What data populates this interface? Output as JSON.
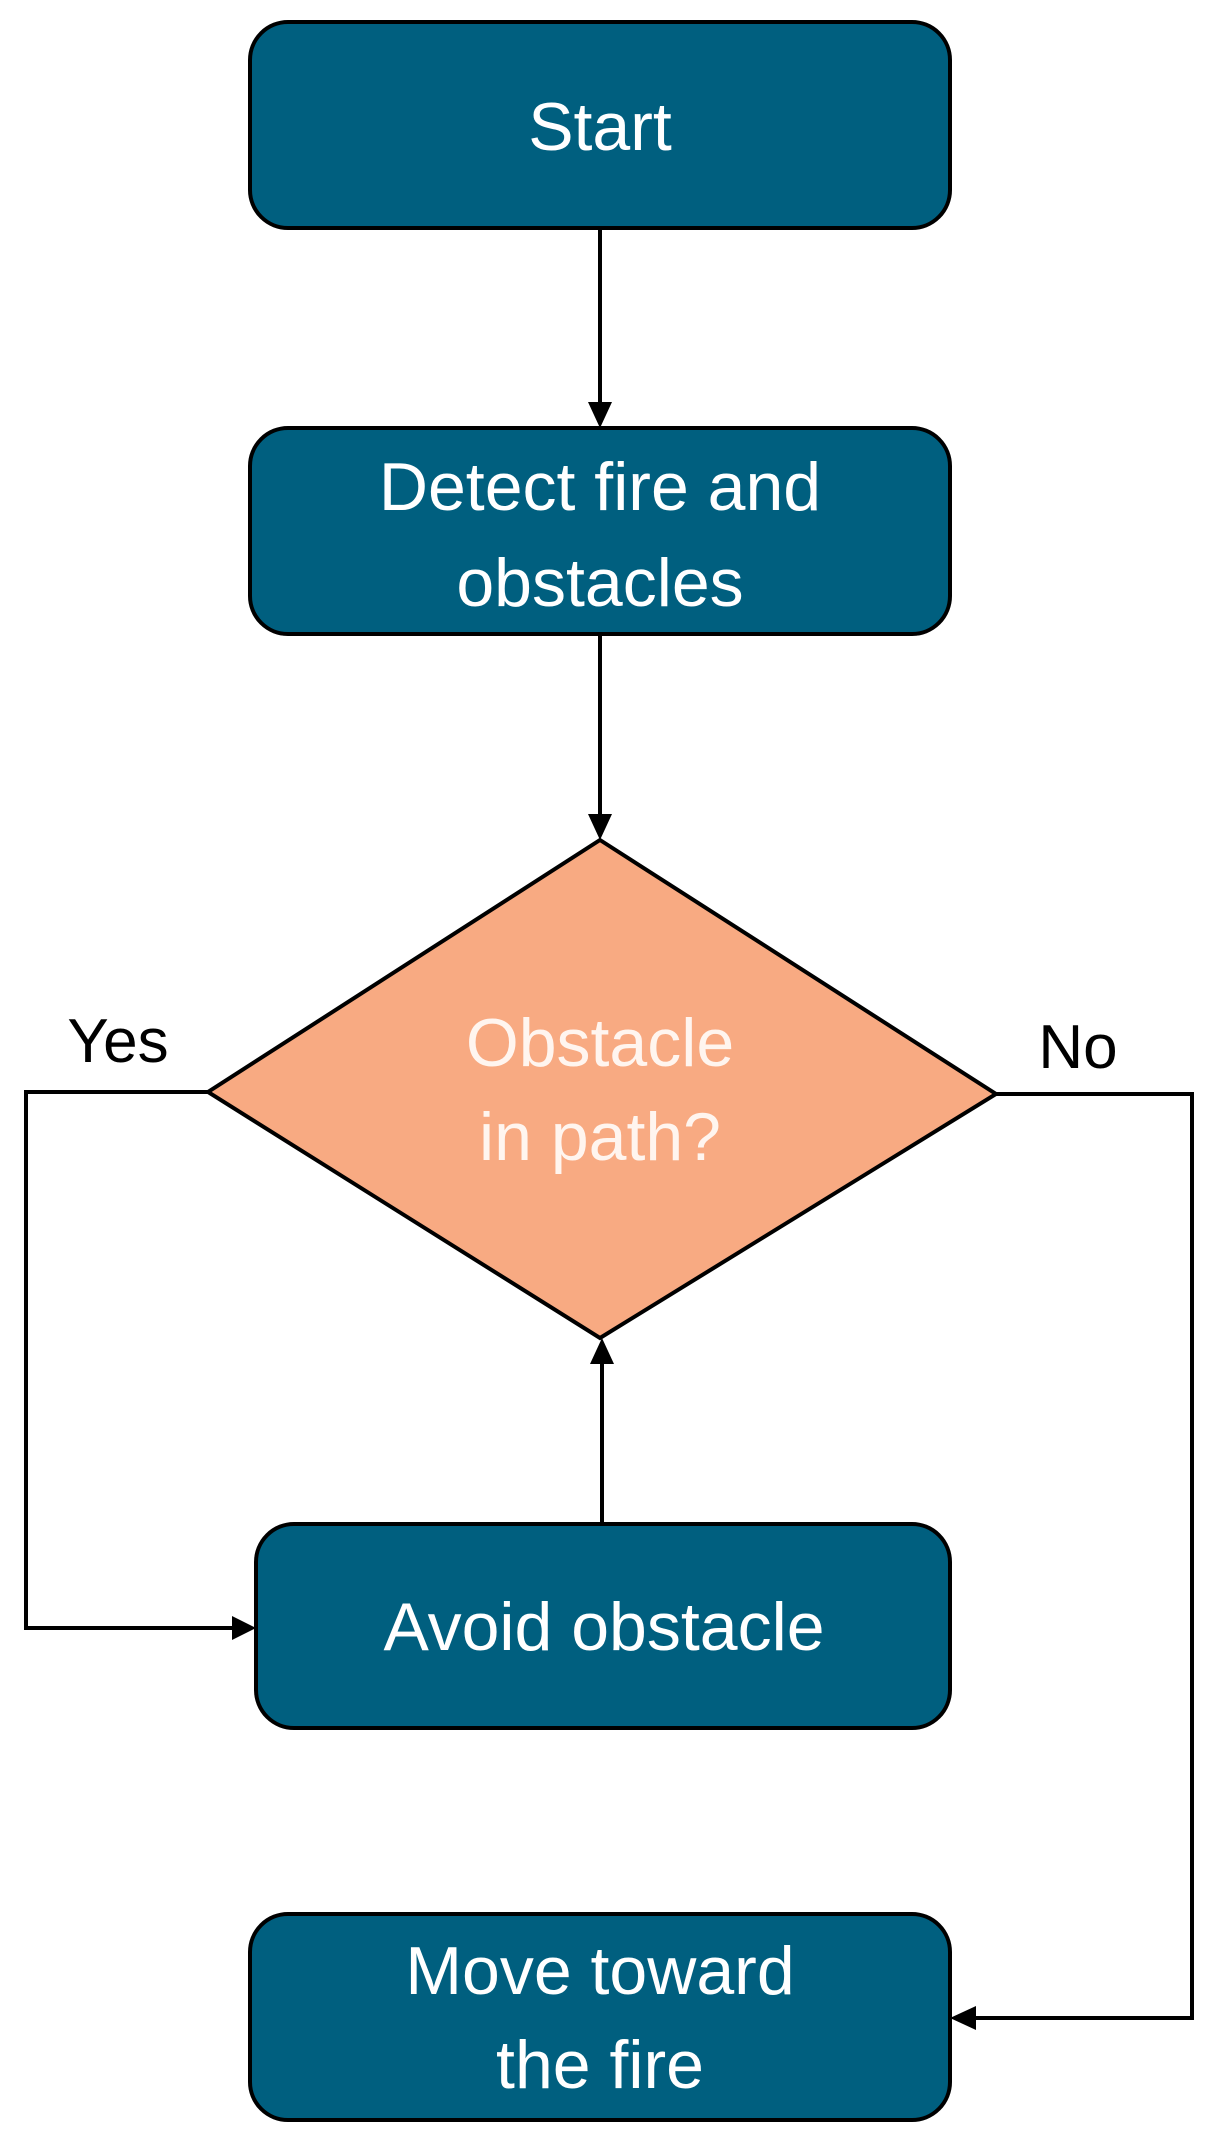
{
  "colors": {
    "process_fill": "#005f7f",
    "decision_fill": "#f8aa82",
    "decision_text": "#fff5ef",
    "stroke": "#000000"
  },
  "nodes": {
    "start": {
      "lines": [
        "Start"
      ]
    },
    "detect": {
      "lines": [
        "Detect fire and",
        "obstacles"
      ]
    },
    "decision": {
      "lines": [
        "Obstacle",
        "in path?"
      ]
    },
    "avoid": {
      "lines": [
        "Avoid obstacle"
      ]
    },
    "move": {
      "lines": [
        "Move toward",
        "the fire"
      ]
    }
  },
  "branches": {
    "yes": "Yes",
    "no": "No"
  }
}
